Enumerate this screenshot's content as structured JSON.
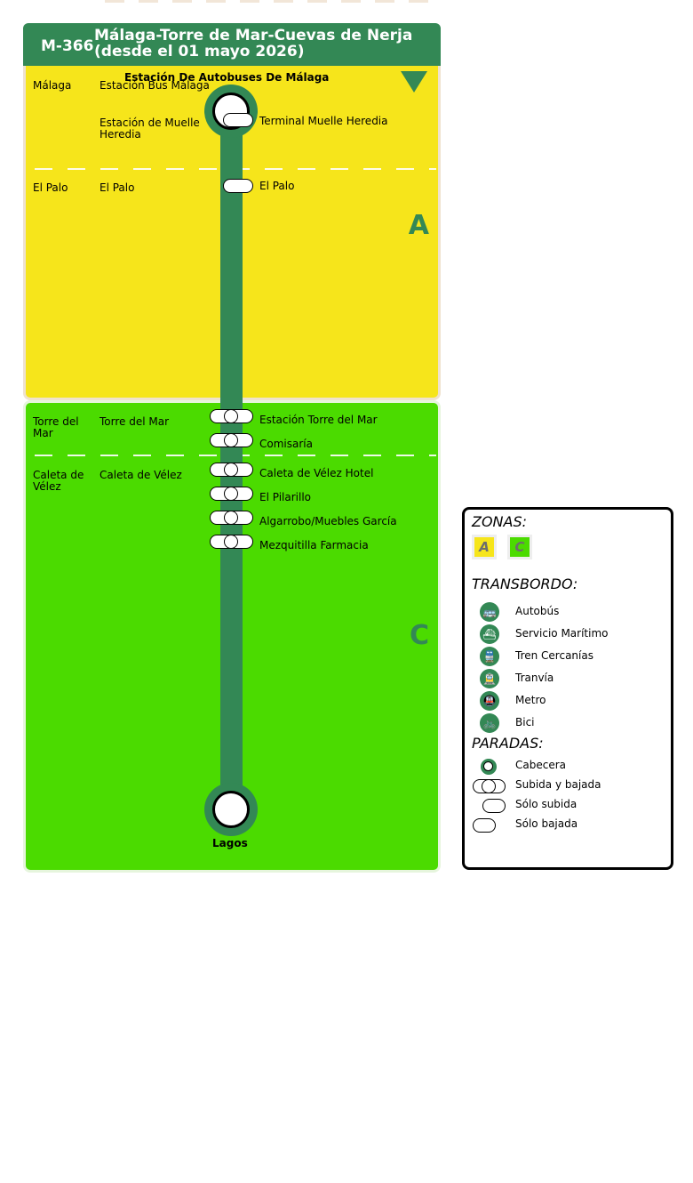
{
  "header": {
    "line_code": "M-366",
    "title_line1": "Málaga-Torre de Mar-Cuevas de Nerja",
    "title_line2": "(desde el 01 mayo 2026)"
  },
  "route": {
    "color": "#338855",
    "origin": "Estación De Autobuses De Málaga",
    "destination": "Lagos"
  },
  "zones": [
    {
      "letter": "A",
      "color": "#f6e51b",
      "groups": [
        {
          "municipality": "Málaga",
          "stops": [
            {
              "locality": "Estación Bus Málaga",
              "name": ""
            },
            {
              "locality": "Estación de Muelle Heredia",
              "name": "Terminal Muelle Heredia"
            }
          ]
        },
        {
          "municipality": "El Palo",
          "stops": [
            {
              "locality": "El Palo",
              "name": "El Palo"
            }
          ]
        }
      ]
    },
    {
      "letter": "C",
      "color": "#4bdb00",
      "groups": [
        {
          "municipality": "Torre del Mar",
          "stops": [
            {
              "locality": "Torre del Mar",
              "name": "Estación Torre del Mar"
            },
            {
              "locality": "",
              "name": "Comisaría"
            }
          ]
        },
        {
          "municipality": "Caleta de Vélez",
          "stops": [
            {
              "locality": "Caleta de Vélez",
              "name": "Caleta de Vélez Hotel"
            },
            {
              "locality": "",
              "name": "El Pilarillo"
            },
            {
              "locality": "",
              "name": "Algarrobo/Muebles García"
            },
            {
              "locality": "",
              "name": "Mezquitilla Farmacia"
            }
          ]
        }
      ]
    }
  ],
  "legend": {
    "zones_heading": "ZONAS:",
    "zone_items": [
      "A",
      "C"
    ],
    "transfer_heading": "TRANSBORDO:",
    "transfer_items": [
      {
        "icon": "bus-icon",
        "glyph": "🚌",
        "label": "Autobús"
      },
      {
        "icon": "ferry-icon",
        "glyph": "⛴",
        "label": "Servicio Marítimo"
      },
      {
        "icon": "train-icon",
        "glyph": "🚆",
        "label": "Tren Cercanías"
      },
      {
        "icon": "tram-icon",
        "glyph": "🚊",
        "label": "Tranvía"
      },
      {
        "icon": "metro-icon",
        "glyph": "🚇",
        "label": "Metro"
      },
      {
        "icon": "bike-icon",
        "glyph": "🚲",
        "label": "Bici"
      }
    ],
    "stops_heading": "PARADAS:",
    "stop_types": [
      "Cabecera",
      "Subida y bajada",
      "Sólo subida",
      "Sólo bajada"
    ]
  }
}
